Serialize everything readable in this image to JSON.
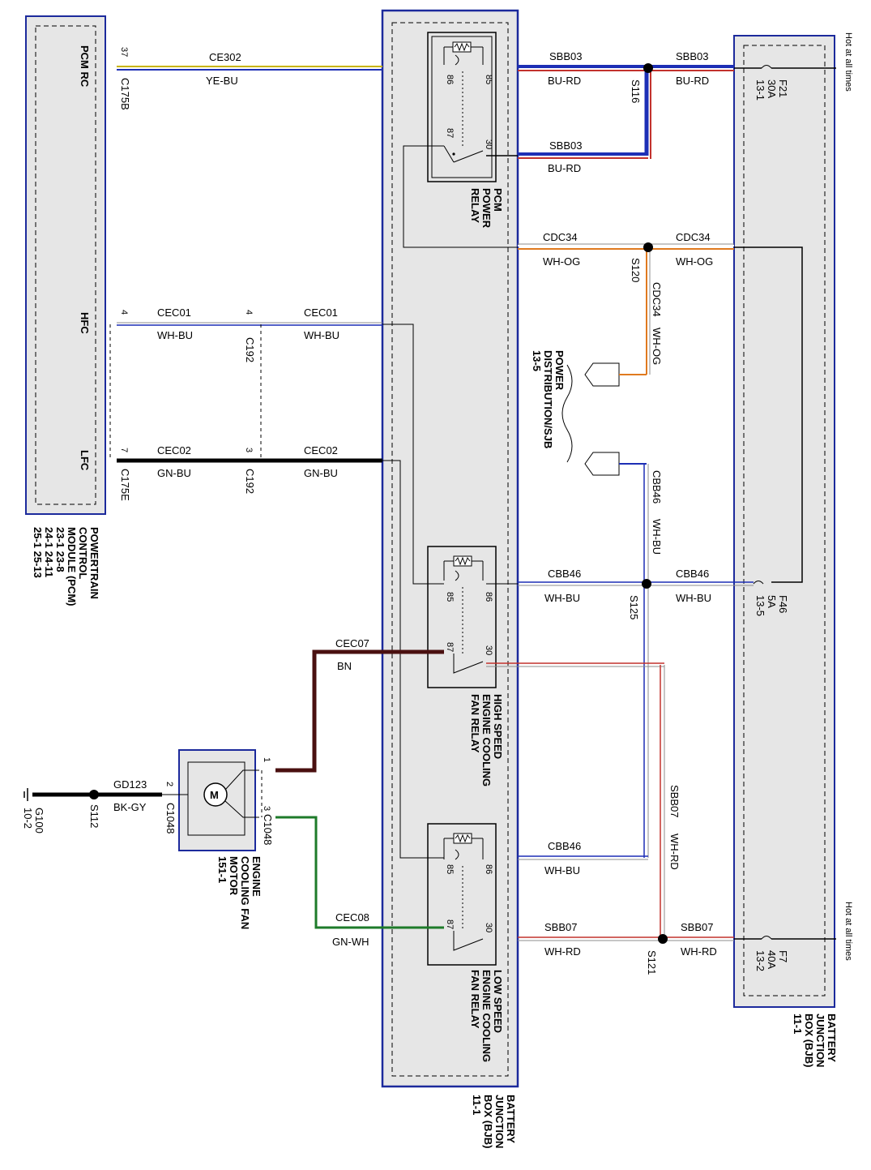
{
  "colors": {
    "module_fill": "#e6e6e6",
    "box_border": "#1c2a9c",
    "wire_yellow": "#c8b400",
    "wire_blue": "#1d2fb5",
    "wire_red": "#c2322d",
    "wire_white": "#ffffff",
    "wire_orange": "#e07a1f",
    "wire_green": "#1e7b2a",
    "wire_black": "#000000",
    "wire_brown": "#4a1010",
    "wire_gray": "#8c8c8c"
  },
  "pcm": {
    "pins": [
      "PCM RC",
      "HFC",
      "LFC"
    ],
    "title_lines": [
      "POWERTRAIN",
      "CONTROL",
      "MODULE (PCM)"
    ],
    "refs_lines": [
      "23-1   23-8",
      "24-1   24-11",
      "25-1   25-13"
    ]
  },
  "bjb_center": {
    "title_lines": [
      "BATTERY",
      "JUNCTION",
      "BOX (BJB)",
      "11-1"
    ]
  },
  "bjb_right": {
    "title_lines": [
      "BATTERY",
      "JUNCTION",
      "BOX (BJB)",
      "11-1"
    ]
  },
  "hot_labels": [
    "Hot at all times",
    "Hot at all times"
  ],
  "wires": {
    "ce302": {
      "pin": "37",
      "conn": "C175B",
      "circuit": "CE302",
      "color": "YE-BU"
    },
    "sbb03_top_left": {
      "circuit": "SBB03",
      "color": "BU-RD"
    },
    "sbb03_top_right": {
      "circuit": "SBB03",
      "color": "BU-RD"
    },
    "sbb03_mid": {
      "circuit": "SBB03",
      "color": "BU-RD"
    },
    "s116": "S116",
    "cdc34_left": {
      "circuit": "CDC34",
      "color": "WH-OG"
    },
    "cdc34_right": {
      "circuit": "CDC34",
      "color": "WH-OG"
    },
    "s120": "S120",
    "cdc34_vert": {
      "circuit": "CDC34",
      "color": "WH-OG"
    },
    "cec01_left": {
      "pin": "4",
      "conn": "C192",
      "circuit": "CEC01",
      "color": "WH-BU"
    },
    "cec01_right": {
      "pin": "4",
      "circuit": "CEC01",
      "color": "WH-BU"
    },
    "cec02_left": {
      "pin": "7",
      "conn": "C175E",
      "circuit": "CEC02",
      "color": "GN-BU"
    },
    "cec02_right": {
      "pin": "3",
      "conn": "C192",
      "circuit": "CEC02",
      "color": "GN-BU"
    },
    "cbb46_vert": {
      "circuit": "CBB46",
      "color": "WH-BU"
    },
    "cbb46_mid_left": {
      "circuit": "CBB46",
      "color": "WH-BU"
    },
    "cbb46_mid_right": {
      "circuit": "CBB46",
      "color": "WH-BU"
    },
    "s125": "S125",
    "cec07": {
      "circuit": "CEC07",
      "color": "BN"
    },
    "sbb07_vert": {
      "circuit": "SBB07",
      "color": "WH-RD"
    },
    "cbb46_low": {
      "circuit": "CBB46",
      "color": "WH-BU"
    },
    "cec08": {
      "circuit": "CEC08",
      "color": "GN-WH"
    },
    "sbb07_low_left": {
      "circuit": "SBB07",
      "color": "WH-RD"
    },
    "sbb07_low_right": {
      "circuit": "SBB07",
      "color": "WH-RD"
    },
    "s121": "S121",
    "gd123": {
      "pin": "2",
      "conn": "C1048",
      "circuit": "GD123",
      "color": "BK-GY"
    },
    "s112": "S112"
  },
  "power_dist": {
    "title_lines": [
      "POWER",
      "DISTRIBUTION/SJB",
      "13-5"
    ]
  },
  "relays": {
    "pcm_power": {
      "pins": [
        "86",
        "85",
        "87",
        "30"
      ],
      "title_lines": [
        "PCM",
        "POWER",
        "RELAY"
      ]
    },
    "high_speed": {
      "pins": [
        "85",
        "86",
        "87",
        "30"
      ],
      "title_lines": [
        "HIGH SPEED",
        "ENGINE COOLING",
        "FAN RELAY"
      ]
    },
    "low_speed": {
      "pins": [
        "85",
        "86",
        "87",
        "30"
      ],
      "title_lines": [
        "LOW SPEED",
        "ENGINE COOLING",
        "FAN RELAY"
      ]
    }
  },
  "fuses": {
    "f21": [
      "F21",
      "30A",
      "13-1"
    ],
    "f46": [
      "F46",
      "5A",
      "13-5"
    ],
    "f7": [
      "F7",
      "40A",
      "13-2"
    ]
  },
  "motor": {
    "symbol": "M",
    "pin_top": "1",
    "pin_bottom": "3",
    "conn": "C1048",
    "title_lines": [
      "ENGINE",
      "COOLING FAN",
      "MOTOR",
      "151-1"
    ]
  },
  "ground": {
    "lines": [
      "G100",
      "10-2"
    ]
  }
}
